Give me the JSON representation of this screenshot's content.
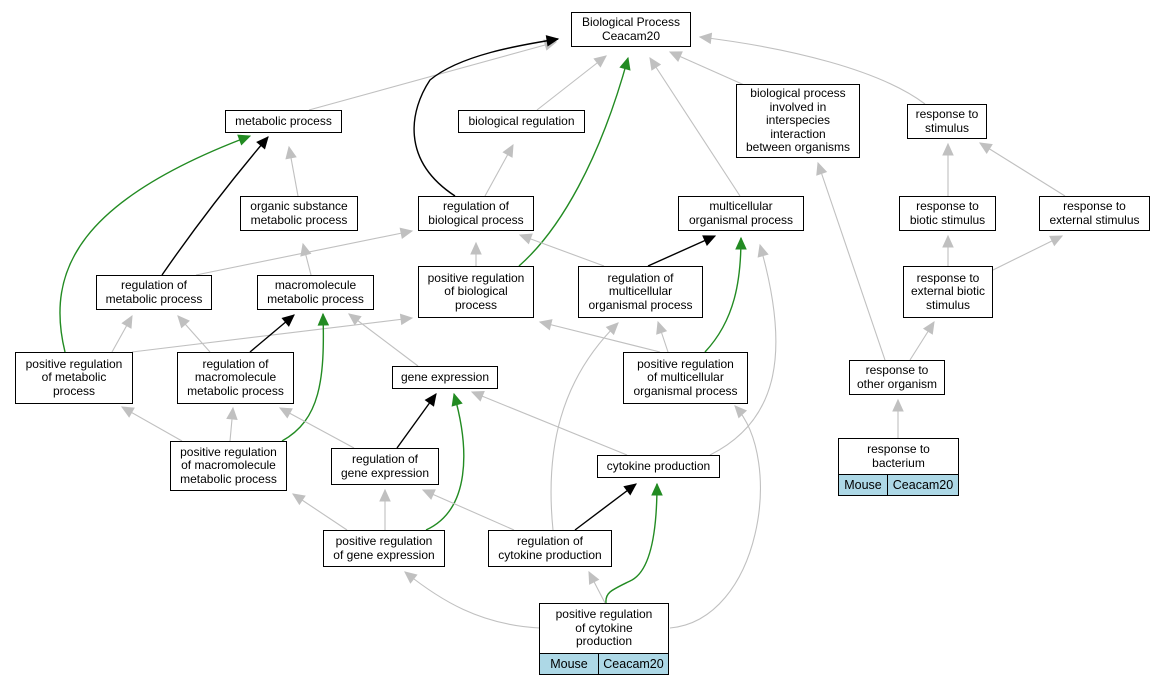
{
  "colors": {
    "is_a": "#c0c0c0",
    "regulates": "#000000",
    "positively_regulates": "#228b22",
    "annotation_fill": "#add8e6"
  },
  "nodes": {
    "bp_root": "Biological Process\nCeacam20",
    "metabolic": "metabolic process",
    "bio_reg": "biological regulation",
    "interspecies": "biological process\ninvolved in\ninterspecies\ninteraction\nbetween organisms",
    "resp_stim": "response to\nstimulus",
    "org_sub": "organic substance\nmetabolic process",
    "reg_bio": "regulation of\nbiological process",
    "multicell": "multicellular\norganismal process",
    "resp_biotic": "response to\nbiotic stimulus",
    "resp_ext": "response to\nexternal stimulus",
    "reg_metab": "regulation of\nmetabolic process",
    "macro": "macromolecule\nmetabolic process",
    "pos_reg_bio": "positive regulation\nof biological\nprocess",
    "reg_multi": "regulation of\nmulticellular\norganismal process",
    "resp_ext_biotic": "response to\nexternal biotic\nstimulus",
    "pos_reg_metab": "positive regulation\nof metabolic\nprocess",
    "reg_macro": "regulation of\nmacromolecule\nmetabolic process",
    "gene_expr": "gene expression",
    "pos_reg_multi": "positive regulation\nof multicellular\norganismal process",
    "resp_other": "response to\nother organism",
    "pos_reg_macro": "positive regulation\nof macromolecule\nmetabolic process",
    "reg_gene": "regulation of\ngene expression",
    "cytokine": "cytokine production",
    "pos_reg_gene": "positive regulation\nof gene expression",
    "reg_cyto": "regulation of\ncytokine production"
  },
  "annotated": {
    "bacterium": {
      "label": "response to\nbacterium",
      "species": "Mouse",
      "gene": "Ceacam20"
    },
    "pos_reg_cyto": {
      "label": "positive regulation\nof cytokine\nproduction",
      "species": "Mouse",
      "gene": "Ceacam20"
    }
  }
}
